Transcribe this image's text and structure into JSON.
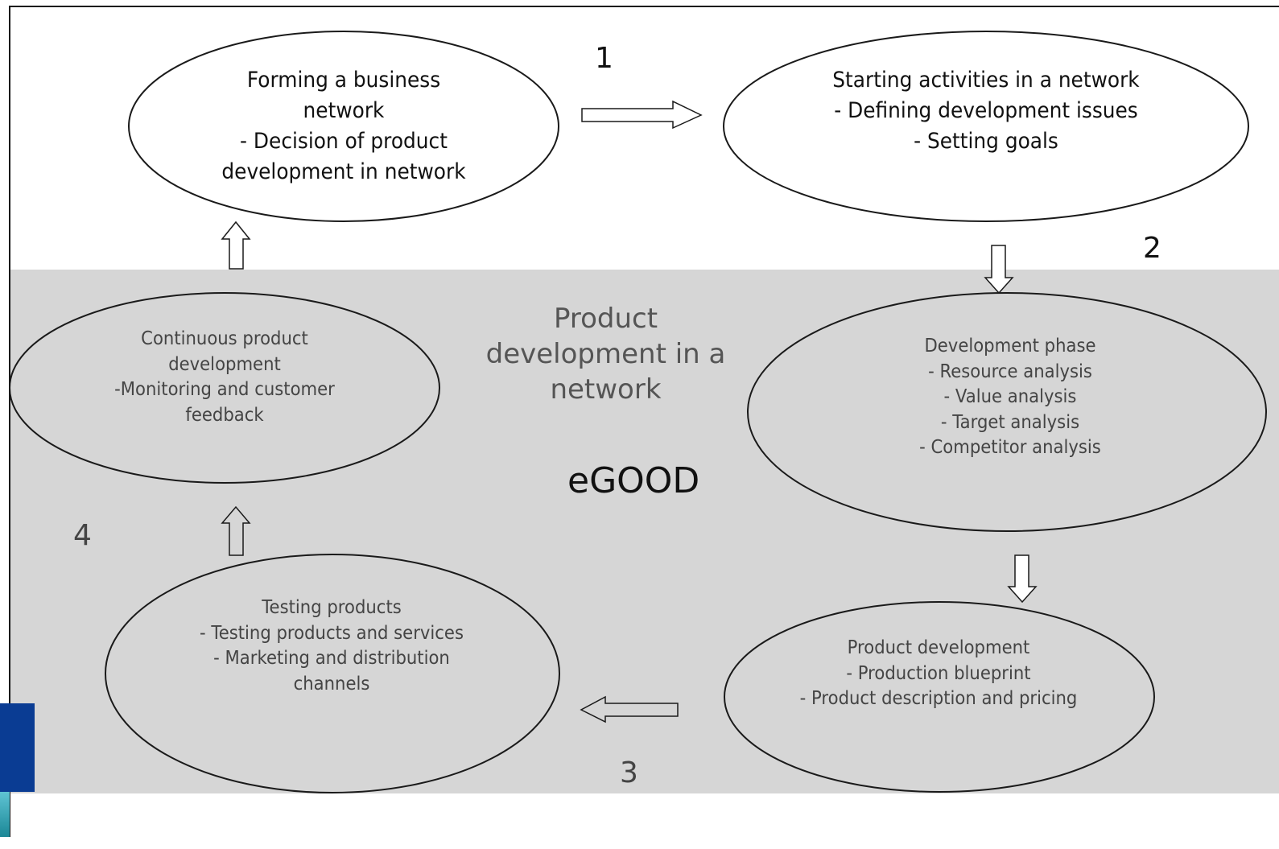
{
  "diagram": {
    "center_title": "Product\ndevelopment in a\nnetwork",
    "brand": "eGOOD",
    "nodes": [
      {
        "id": "forming",
        "text": "Forming a business\nnetwork\n- Decision of product\ndevelopment in network"
      },
      {
        "id": "starting",
        "text": "Starting activities in a network\n- Defining development issues\n- Setting goals"
      },
      {
        "id": "development_phase",
        "text": "Development phase\n- Resource analysis\n- Value analysis\n- Target analysis\n- Competitor analysis"
      },
      {
        "id": "product_development",
        "text": "Product development\n- Production blueprint\n- Product description and pricing"
      },
      {
        "id": "testing",
        "text": "Testing products\n- Testing products and services\n- Marketing and distribution\nchannels"
      },
      {
        "id": "continuous",
        "text": "Continuous product\ndevelopment\n-Monitoring and customer\nfeedback"
      }
    ],
    "step_labels": [
      "1",
      "2",
      "3",
      "4"
    ],
    "colors": {
      "background": "#ffffff",
      "lower_band": "#d6d6d6",
      "outline": "#1a1a1a",
      "upper_text": "#111111",
      "lower_text": "#444444",
      "deco_blue": "#0a3c93",
      "deco_teal": "#2aa3b8"
    }
  }
}
